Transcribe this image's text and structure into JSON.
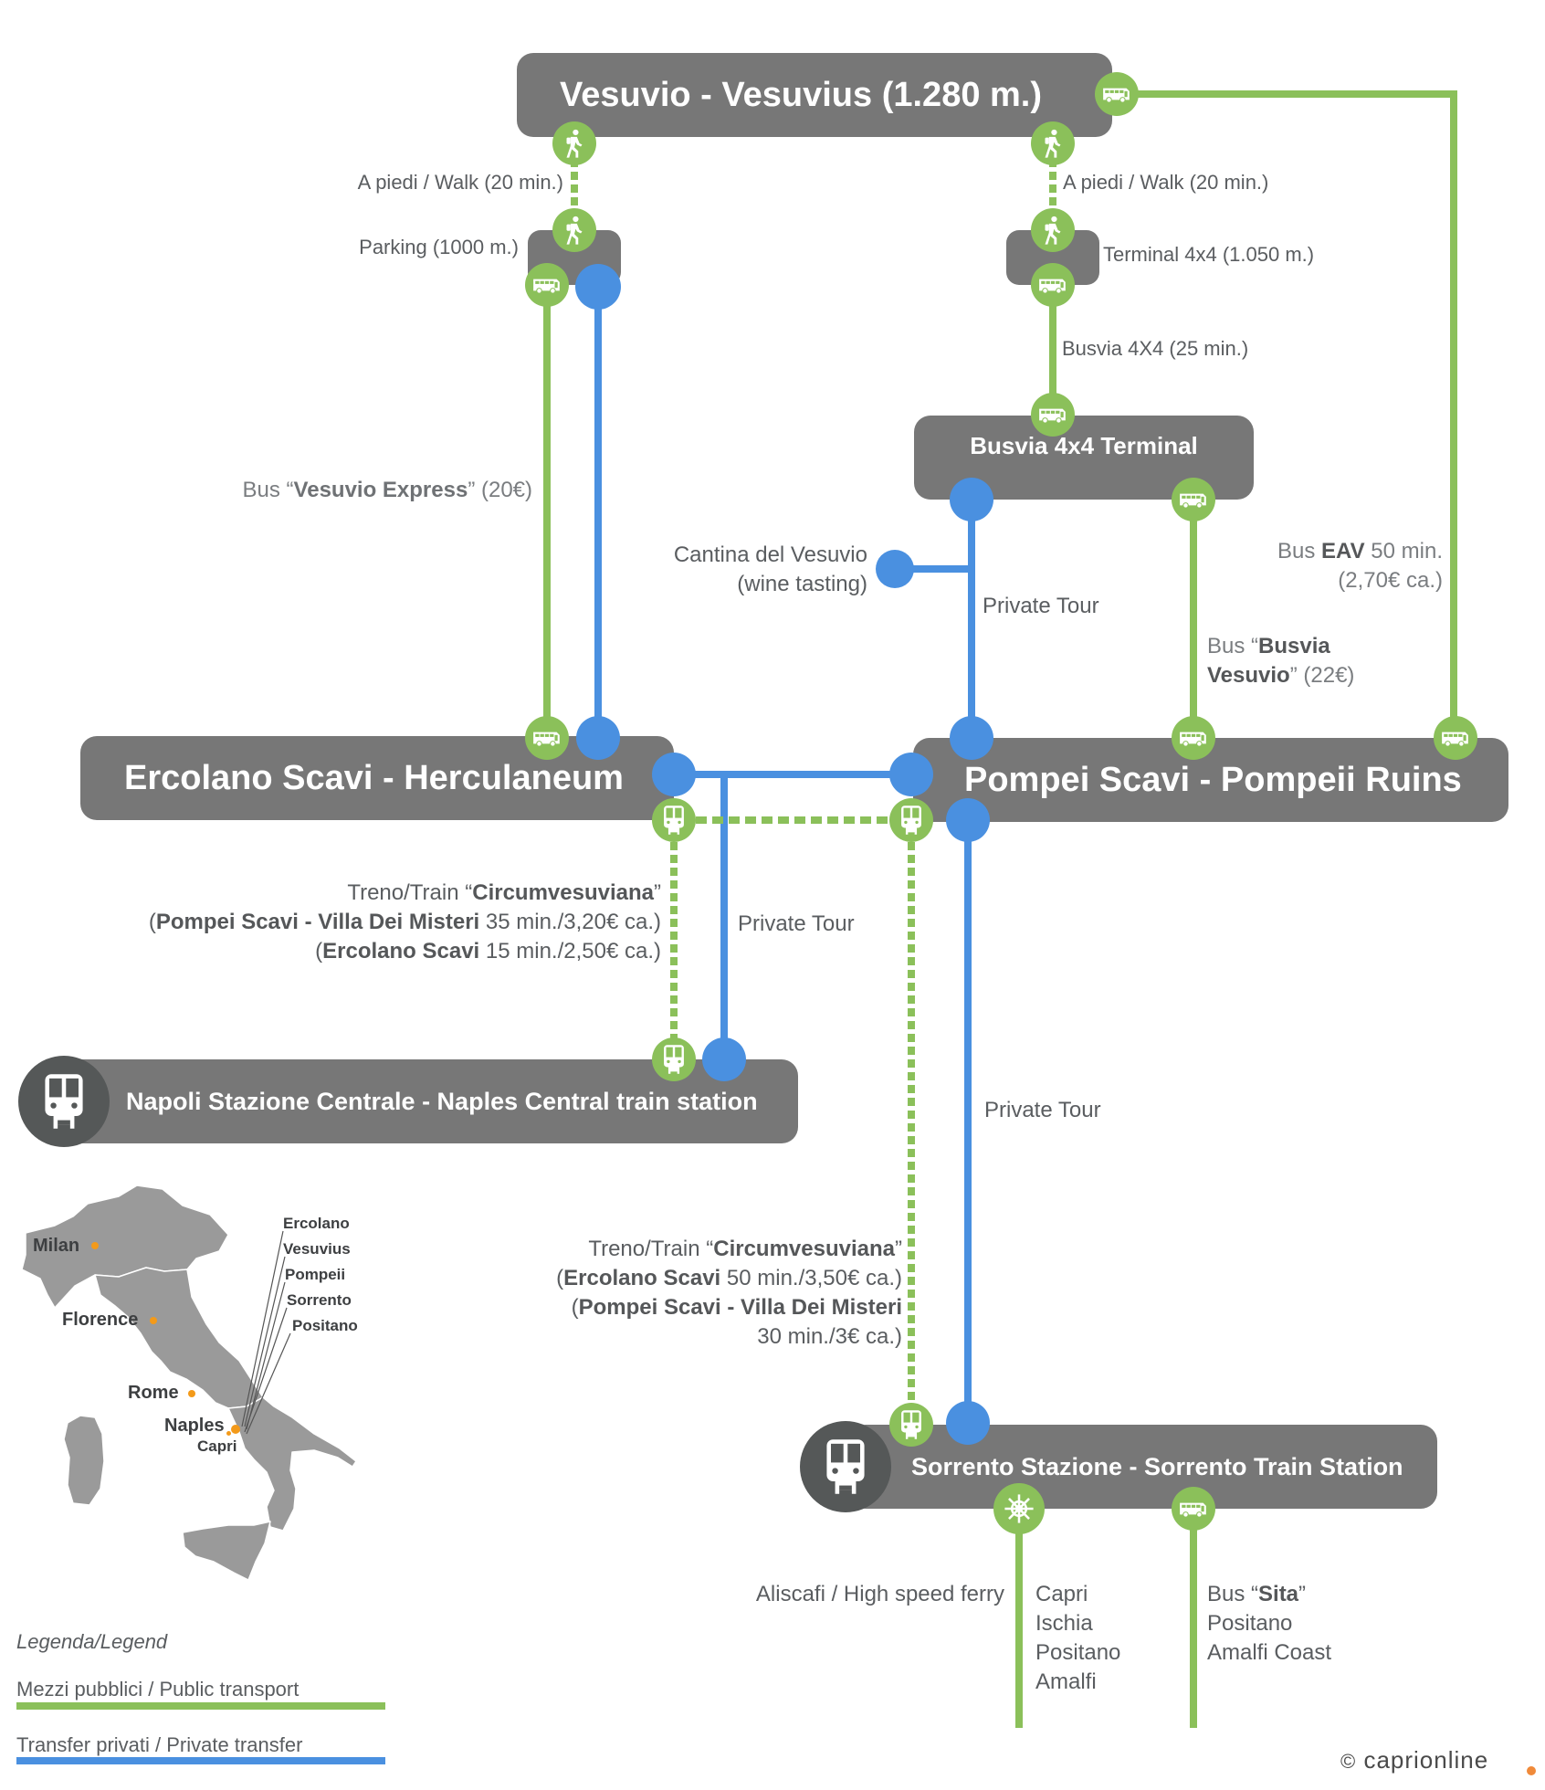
{
  "colors": {
    "public": "#8bc05a",
    "private": "#4a90e0",
    "station": "#777777",
    "dark_station": "#555858",
    "accent": "#f08a3a"
  },
  "stations": {
    "vesuvio": "Vesuvio - Vesuvius (1.280 m.)",
    "busvia_terminal": "Busvia 4x4 Terminal",
    "ercolano": "Ercolano Scavi - Herculaneum",
    "pompei": "Pompei Scavi - Pompeii Ruins",
    "napoli": "Napoli Stazione Centrale - Naples Central train station",
    "sorrento": "Sorrento Stazione - Sorrento Train Station"
  },
  "labels": {
    "walk_left": "A piedi / Walk (20 min.)",
    "parking": "Parking (1000 m.)",
    "walk_right": "A piedi / Walk (20 min.)",
    "terminal4x4": "Terminal 4x4 (1.050 m.)",
    "busvia4x4": "Busvia 4X4 (25 min.)",
    "vesuvio_express": {
      "pre": "Bus “",
      "bold": "Vesuvio Express",
      "post": "” (20€)"
    },
    "cantina": {
      "line1": "Cantina del Vesuvio",
      "line2": "(wine tasting)"
    },
    "private_tour_1": "Private Tour",
    "private_tour_2": "Private Tour",
    "private_tour_3": "Private Tour",
    "bus_eav": {
      "pre": "Bus ",
      "bold": "EAV",
      "post": " 50 min.",
      "line2": "(2,70€ ca.)"
    },
    "busvia_vesuvio": {
      "pre": "Bus “",
      "bold1": "Busvia",
      "bold2": "Vesuvio",
      "post": "” (22€)"
    },
    "train_naples": {
      "l1_pre": "Treno/Train “",
      "l1_bold": "Circumvesuviana",
      "l1_post": "”",
      "l2_pre": "(",
      "l2_bold": "Pompei Scavi - Villa Dei Misteri",
      "l2_post": " 35 min./3,20€ ca.)",
      "l3_pre": "(",
      "l3_bold": "Ercolano Scavi",
      "l3_post": " 15 min./2,50€ ca.)"
    },
    "train_sorrento": {
      "l1_pre": "Treno/Train “",
      "l1_bold": "Circumvesuviana",
      "l1_post": "”",
      "l2_pre": "(",
      "l2_bold": "Ercolano Scavi",
      "l2_post": " 50 min./3,50€ ca.)",
      "l3_pre": "(",
      "l3_bold": "Pompei Scavi - Villa Dei Misteri",
      "l4": "30 min./3€ ca.)"
    },
    "ferry": "Aliscafi / High speed ferry",
    "ferry_destinations": [
      "Capri",
      "Ischia",
      "Positano",
      "Amalfi"
    ],
    "bus_sita": {
      "pre": "Bus “",
      "bold": "Sita",
      "post": "”",
      "destinations": [
        "Positano",
        "Amalfi Coast"
      ]
    }
  },
  "map": {
    "cities": [
      "Milan",
      "Florence",
      "Rome",
      "Naples",
      "Capri"
    ],
    "callouts": [
      "Ercolano",
      "Vesuvius",
      "Pompeii",
      "Sorrento",
      "Positano"
    ]
  },
  "legend": {
    "title": "Legenda/Legend",
    "public": "Mezzi pubblici / Public transport",
    "private": "Transfer privati / Private transfer"
  },
  "copyright": {
    "symbol": "©",
    "brand": "caprionline"
  },
  "icons": [
    "walk-icon",
    "bus-icon",
    "train-icon",
    "ferry-wheel-icon"
  ]
}
